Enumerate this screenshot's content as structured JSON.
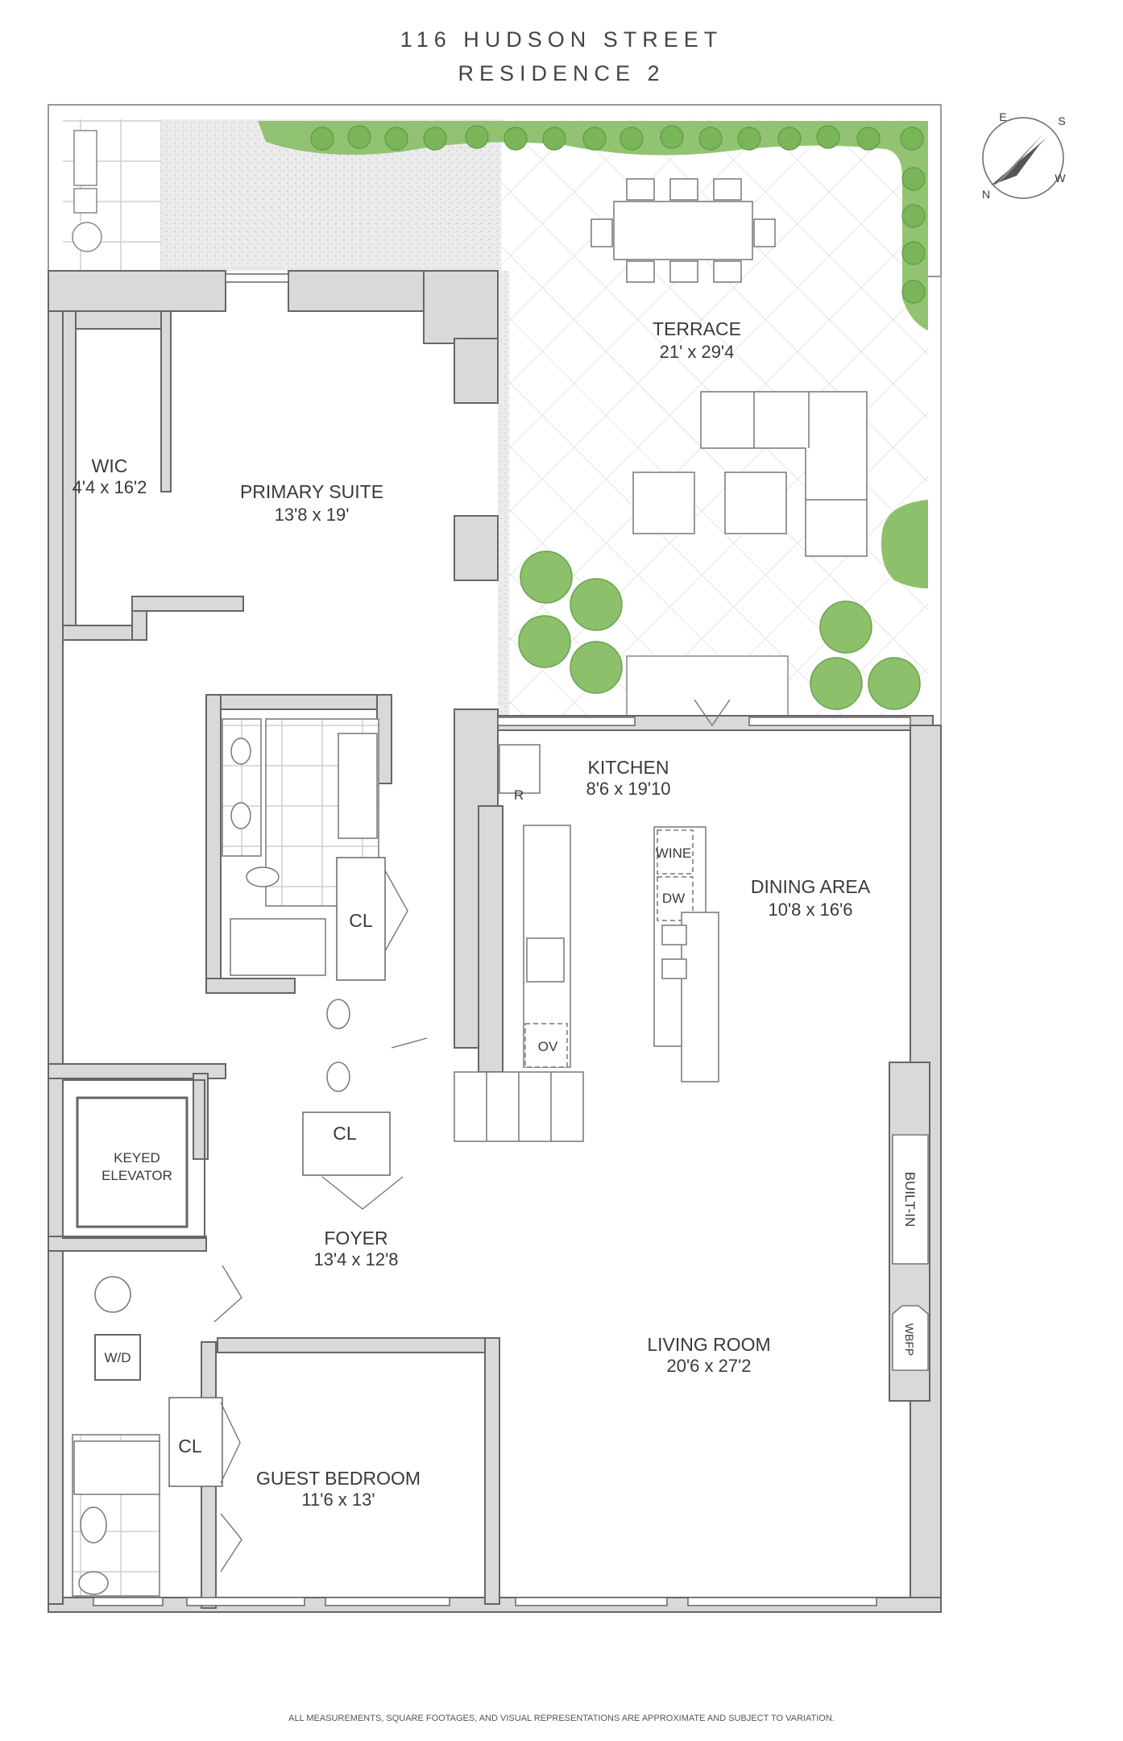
{
  "header": {
    "address": "116 HUDSON STREET",
    "residence": "RESIDENCE 2"
  },
  "rooms": {
    "terrace": {
      "name": "TERRACE",
      "dims": "21' x 29'4"
    },
    "wic": {
      "name": "WIC",
      "dims": "4'4 x 16'2"
    },
    "primary_suite": {
      "name": "PRIMARY SUITE",
      "dims": "13'8 x 19'"
    },
    "kitchen": {
      "name": "KITCHEN",
      "dims": "8'6 x 19'10"
    },
    "dining_area": {
      "name": "DINING AREA",
      "dims": "10'8 x 16'6"
    },
    "foyer": {
      "name": "FOYER",
      "dims": "13'4 x 12'8"
    },
    "living_room": {
      "name": "LIVING ROOM",
      "dims": "20'6 x 27'2"
    },
    "guest_bedroom": {
      "name": "GUEST BEDROOM",
      "dims": "11'6 x 13'"
    }
  },
  "labels": {
    "closet": "CL",
    "keyed_elevator_1": "KEYED",
    "keyed_elevator_2": "ELEVATOR",
    "refrigerator": "R",
    "wine": "WINE",
    "dishwasher": "DW",
    "oven": "OV",
    "washer_dryer": "W/D",
    "built_in": "BUILT-IN",
    "fireplace": "WBFP"
  },
  "compass": {
    "n": "N",
    "s": "S",
    "e": "E",
    "w": "W"
  },
  "footer": {
    "disclaimer": "ALL MEASUREMENTS, SQUARE FOOTAGES, AND VISUAL REPRESENTATIONS ARE APPROXIMATE AND SUBJECT TO VARIATION."
  },
  "colors": {
    "wall": "#d9d9d9",
    "wall_stroke": "#666666",
    "greenery": "#8cc06a",
    "tree": "#7ab55a",
    "gravel": "#e6e6e6"
  }
}
